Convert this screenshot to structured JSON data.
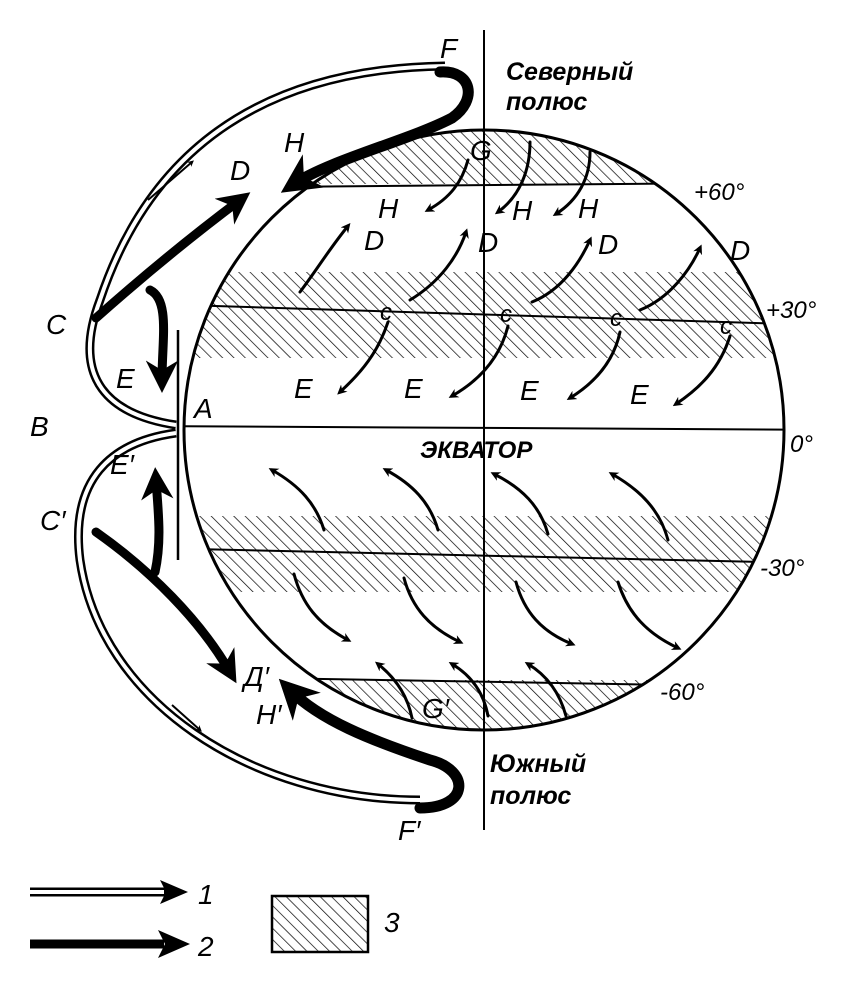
{
  "labels": {
    "north_pole_1": "Северный",
    "north_pole_2": "полюс",
    "south_pole_1": "Южный",
    "south_pole_2": "полюс",
    "equator": "ЭКВАТОР",
    "lat_p60": "+60°",
    "lat_p30": "+30°",
    "lat_0": "0°",
    "lat_m30": "-30°",
    "lat_m60": "-60°",
    "A": "A",
    "B": "B",
    "C": "C",
    "C_south": "C′",
    "D": "D",
    "D_south": "Д′",
    "E": "E",
    "E_south": "E′",
    "F": "F",
    "F_south": "F′",
    "G": "G",
    "G_south": "G′",
    "H": "H",
    "H_south": "H′",
    "c": "c"
  },
  "legend": [
    {
      "key": "1"
    },
    {
      "key": "2"
    },
    {
      "key": "3"
    }
  ]
}
